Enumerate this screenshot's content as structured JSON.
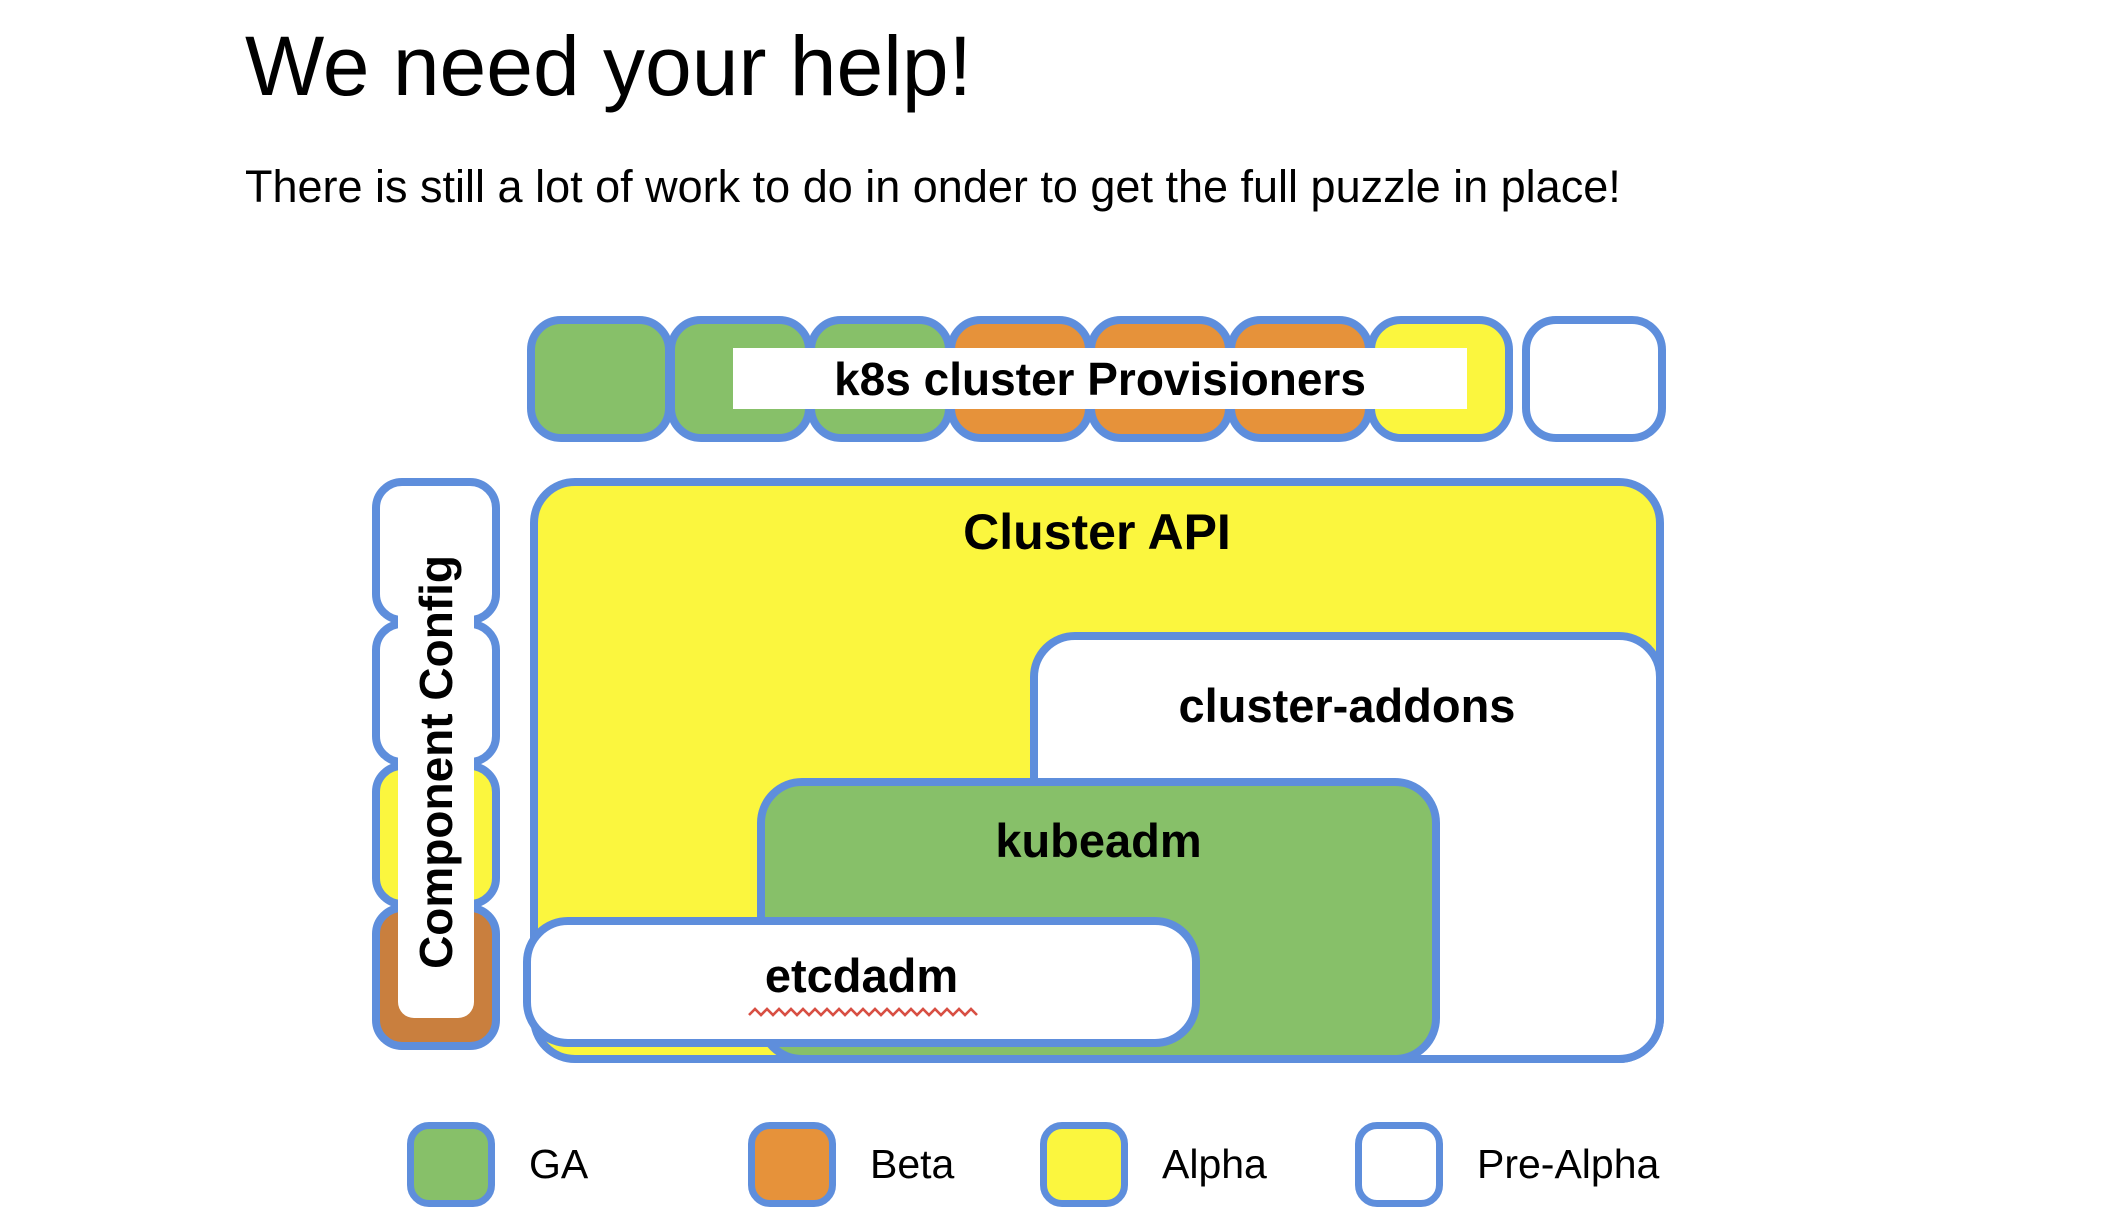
{
  "slide": {
    "title": "We need your help!",
    "subtitle": "There is still a lot of work to do in onder to get the full puzzle in place!"
  },
  "colors": {
    "border_blue": "#5e8edc",
    "green": "#87c069",
    "orange": "#e6923a",
    "orange_dark": "#c97f3e",
    "yellow": "#fbf63e",
    "white": "#ffffff",
    "squiggle_red": "#d84f43",
    "text_black": "#000000"
  },
  "provisioners": {
    "label": "k8s cluster Provisioners",
    "pieces": [
      {
        "status": "GA",
        "color": "#87c069"
      },
      {
        "status": "GA",
        "color": "#87c069"
      },
      {
        "status": "GA",
        "color": "#87c069"
      },
      {
        "status": "Beta",
        "color": "#e6923a"
      },
      {
        "status": "Beta",
        "color": "#e6923a"
      },
      {
        "status": "Beta",
        "color": "#e6923a"
      },
      {
        "status": "Alpha",
        "color": "#fbf63e"
      },
      {
        "status": "Pre-Alpha",
        "color": "#ffffff"
      }
    ]
  },
  "component_config": {
    "label": "Component Config",
    "pieces": [
      {
        "status": "Pre-Alpha",
        "color": "#ffffff"
      },
      {
        "status": "Pre-Alpha",
        "color": "#ffffff"
      },
      {
        "status": "Alpha",
        "color": "#fbf63e"
      },
      {
        "status": "Beta",
        "color": "#c97f3e"
      }
    ]
  },
  "puzzle": {
    "cluster_api": {
      "label": "Cluster API",
      "status": "Alpha",
      "color": "#fbf63e"
    },
    "cluster_addons": {
      "label": "cluster-addons",
      "status": "Pre-Alpha",
      "color": "#ffffff"
    },
    "kubeadm": {
      "label": "kubeadm",
      "status": "GA",
      "color": "#87c069"
    },
    "etcdadm": {
      "label": "etcdadm",
      "status": "Pre-Alpha",
      "color": "#ffffff",
      "spellcheck_underline": true
    }
  },
  "legend": {
    "items": [
      {
        "label": "GA",
        "color": "#87c069"
      },
      {
        "label": "Beta",
        "color": "#e6923a"
      },
      {
        "label": "Alpha",
        "color": "#fbf63e"
      },
      {
        "label": "Pre-Alpha",
        "color": "#ffffff"
      }
    ]
  }
}
